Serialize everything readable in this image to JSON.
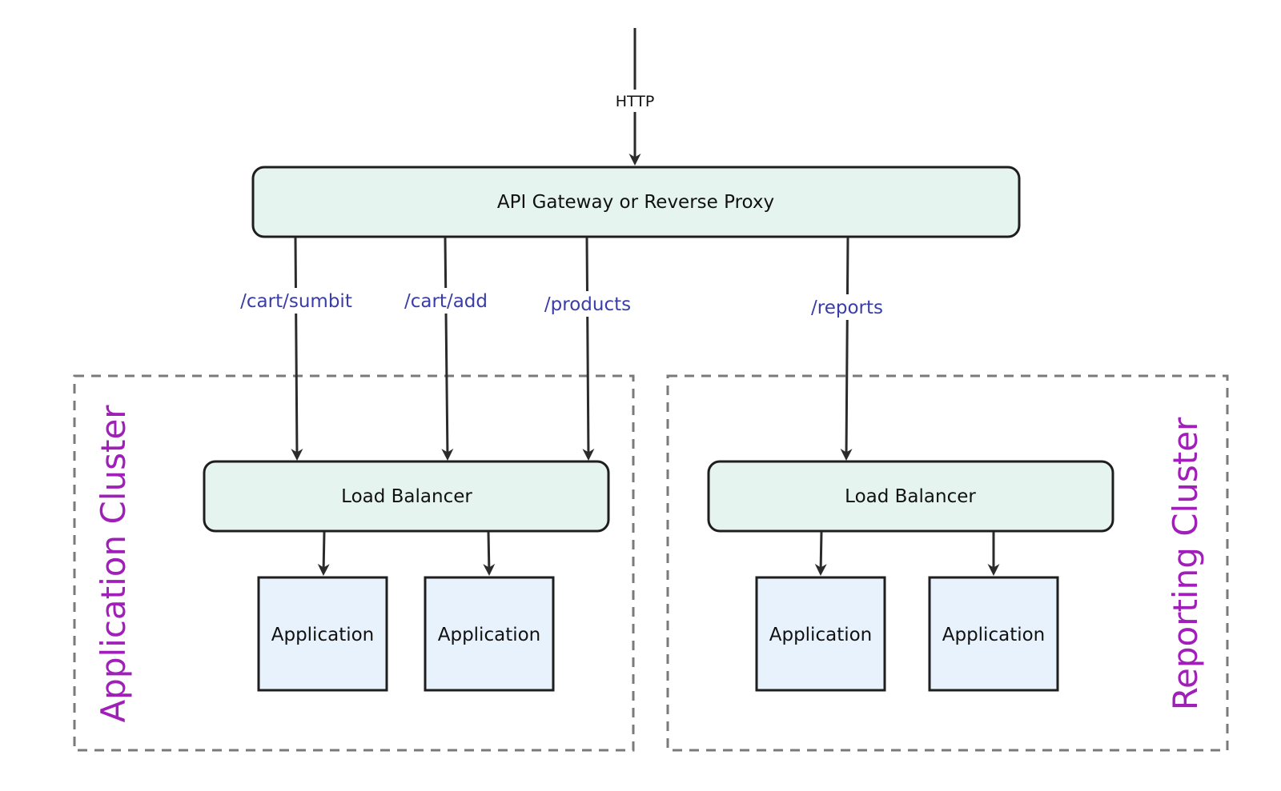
{
  "entry": {
    "label": "HTTP"
  },
  "gateway": {
    "label": "API Gateway or Reverse Proxy"
  },
  "routes": {
    "cart_submit": "/cart/sumbit",
    "cart_add": "/cart/add",
    "products": "/products",
    "reports": "/reports"
  },
  "application_cluster": {
    "label": "Application Cluster",
    "load_balancer": "Load Balancer",
    "apps": [
      "Application",
      "Application"
    ]
  },
  "reporting_cluster": {
    "label": "Reporting Cluster",
    "load_balancer": "Load Balancer",
    "apps": [
      "Application",
      "Application"
    ]
  },
  "colors": {
    "node_fill": "#e6f4f0",
    "app_fill": "#e8f2fd",
    "route_text": "#3a3da8",
    "cluster_text": "#a01fb8",
    "cluster_border": "#7a7a7a"
  }
}
